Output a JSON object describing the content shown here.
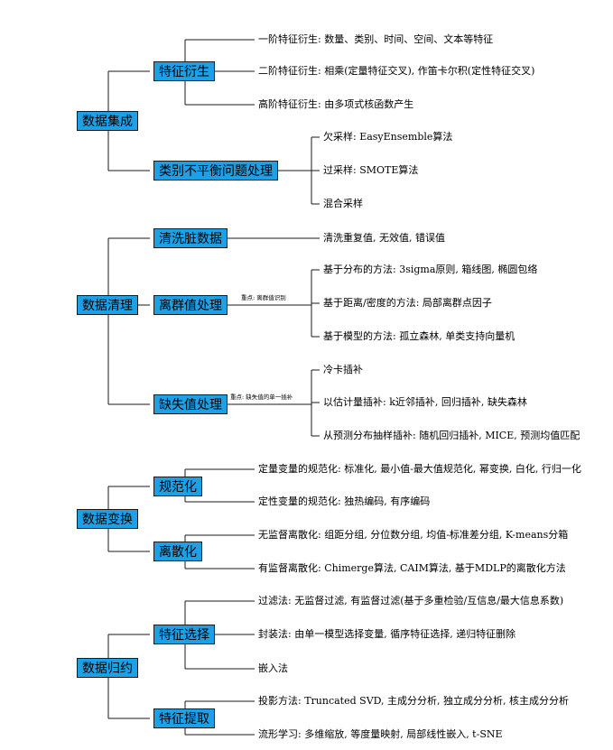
{
  "groups": [
    {
      "label": "数据集成",
      "branches": [
        {
          "label": "特征衍生",
          "leaves": [
            "一阶特征衍生: 数量、类别、时间、空间、文本等特征",
            "二阶特征衍生: 相乘(定量特征交叉), 作笛卡尔积(定性特征交叉)",
            "高阶特征衍生: 由多项式核函数产生"
          ]
        },
        {
          "label": "类别不平衡问题处理",
          "leaves": [
            "欠采样: EasyEnsemble算法",
            "过采样: SMOTE算法",
            "混合采样"
          ]
        }
      ]
    },
    {
      "label": "数据清理",
      "branches": [
        {
          "label": "清洗脏数据",
          "leaves": [
            "清洗重复值, 无效值, 错误值"
          ]
        },
        {
          "label": "离群值处理",
          "note": "重点: 离群值识别",
          "leaves": [
            "基于分布的方法: 3sigma原则, 箱线图, 椭圆包络",
            "基于距离/密度的方法: 局部离群点因子",
            "基于模型的方法: 孤立森林, 单类支持向量机"
          ]
        },
        {
          "label": "缺失值处理",
          "note": "重点: 缺失值的单一插补",
          "leaves": [
            "冷卡插补",
            "以估计量插补: k近邻插补, 回归插补, 缺失森林",
            "从预测分布抽样插补: 随机回归插补, MICE, 预测均值匹配"
          ]
        }
      ]
    },
    {
      "label": "数据变换",
      "branches": [
        {
          "label": "规范化",
          "leaves": [
            "定量变量的规范化: 标准化, 最小值-最大值规范化, 幂变换, 白化, 行归一化",
            "定性变量的规范化: 独热编码, 有序编码"
          ]
        },
        {
          "label": "离散化",
          "leaves": [
            "无监督离散化: 组距分组, 分位数分组, 均值-标准差分组, K-means分箱",
            "有监督离散化: Chimerge算法, CAIM算法, 基于MDLP的离散化方法"
          ]
        }
      ]
    },
    {
      "label": "数据归约",
      "branches": [
        {
          "label": "特征选择",
          "leaves": [
            "过滤法: 无监督过滤, 有监督过滤(基于多重检验/互信息/最大信息系数)",
            "封装法: 由单一模型选择变量, 循序特征选择, 递归特征删除",
            "嵌入法"
          ]
        },
        {
          "label": "特征提取",
          "leaves": [
            "投影方法: Truncated SVD, 主成分分析, 独立成分分析, 核主成分分析",
            "流形学习: 多维缩放, 等度量映射, 局部线性嵌入, t-SNE"
          ]
        }
      ]
    }
  ],
  "colors": {
    "box_fill": "#1ea0e6",
    "line": "#1a1a1a"
  }
}
